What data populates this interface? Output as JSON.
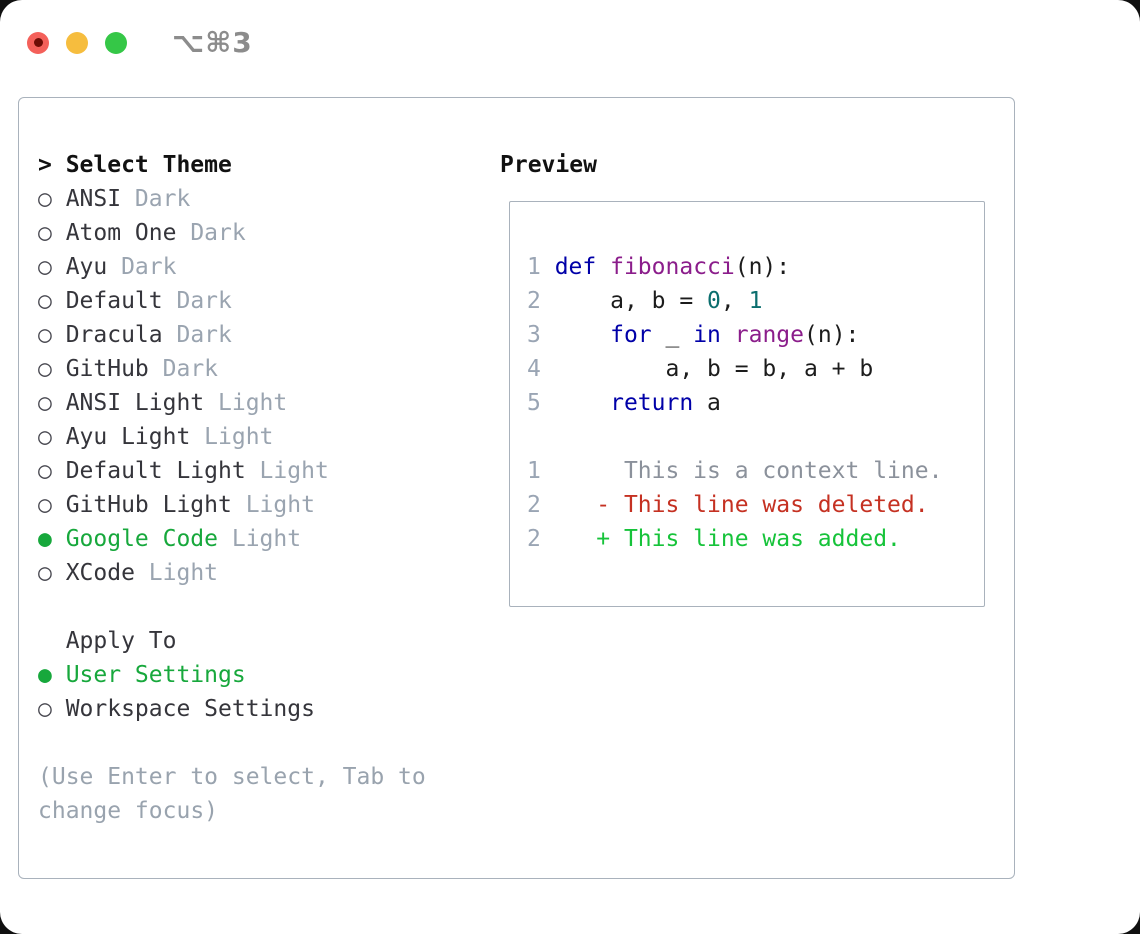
{
  "colors": {
    "accent-green": "#17a83c",
    "diff-added": "#16c33a",
    "diff-deleted": "#c53122",
    "context-gray": "#8b919b",
    "keyword-blue": "#0000a8",
    "title-purple": "#8b1d8b",
    "number-teal": "#0b6e6e",
    "muted-gray": "#9aa4b0",
    "text-dark": "#35353b",
    "border-gray": "#a9b2bc",
    "traffic-red": "#f4605a",
    "traffic-yellow": "#f6bd3e",
    "traffic-green": "#35c747",
    "linenum-gray": "#9aa5b4"
  },
  "titlebar": {
    "title": "⌥⌘3"
  },
  "theme_panel": {
    "header_marker": ">",
    "header": "Select Theme",
    "themes": [
      {
        "name": "ANSI",
        "tag": "Dark",
        "selected": false
      },
      {
        "name": "Atom One",
        "tag": "Dark",
        "selected": false
      },
      {
        "name": "Ayu",
        "tag": "Dark",
        "selected": false
      },
      {
        "name": "Default",
        "tag": "Dark",
        "selected": false
      },
      {
        "name": "Dracula",
        "tag": "Dark",
        "selected": false
      },
      {
        "name": "GitHub",
        "tag": "Dark",
        "selected": false
      },
      {
        "name": "ANSI Light",
        "tag": "Light",
        "selected": false
      },
      {
        "name": "Ayu Light",
        "tag": "Light",
        "selected": false
      },
      {
        "name": "Default Light",
        "tag": "Light",
        "selected": false
      },
      {
        "name": "GitHub Light",
        "tag": "Light",
        "selected": false
      },
      {
        "name": "Google Code",
        "tag": "Light",
        "selected": true
      },
      {
        "name": "XCode",
        "tag": "Light",
        "selected": false
      }
    ],
    "apply_to": {
      "header": "Apply To",
      "options": [
        {
          "name": "User Settings",
          "selected": true
        },
        {
          "name": "Workspace Settings",
          "selected": false
        }
      ]
    },
    "hint_lines": [
      "(Use Enter to select, Tab to",
      "change focus)"
    ]
  },
  "preview_panel": {
    "header": "Preview",
    "lines": [
      {
        "num": "1",
        "segments": [
          {
            "text": "def",
            "type": "keyword"
          },
          {
            "text": " ",
            "type": "plain"
          },
          {
            "text": "fibonacci",
            "type": "title"
          },
          {
            "text": "(n):",
            "type": "plain"
          }
        ]
      },
      {
        "num": "2",
        "segments": [
          {
            "text": "    a, b = ",
            "type": "plain"
          },
          {
            "text": "0",
            "type": "number"
          },
          {
            "text": ", ",
            "type": "plain"
          },
          {
            "text": "1",
            "type": "number"
          }
        ]
      },
      {
        "num": "3",
        "segments": [
          {
            "text": "    ",
            "type": "plain"
          },
          {
            "text": "for",
            "type": "keyword"
          },
          {
            "text": " _ ",
            "type": "plain"
          },
          {
            "text": "in",
            "type": "keyword"
          },
          {
            "text": " ",
            "type": "plain"
          },
          {
            "text": "range",
            "type": "title"
          },
          {
            "text": "(n):",
            "type": "plain"
          }
        ]
      },
      {
        "num": "4",
        "segments": [
          {
            "text": "        a, b = b, a + b",
            "type": "plain"
          }
        ]
      },
      {
        "num": "5",
        "segments": [
          {
            "text": "    ",
            "type": "plain"
          },
          {
            "text": "return",
            "type": "keyword"
          },
          {
            "text": " a",
            "type": "plain"
          }
        ]
      },
      {
        "num": "",
        "segments": []
      },
      {
        "num": "1",
        "segments": [
          {
            "text": "     This is a context line.",
            "type": "context"
          }
        ]
      },
      {
        "num": "2",
        "segments": [
          {
            "text": "   - This line was deleted.",
            "type": "deleted"
          }
        ]
      },
      {
        "num": "2",
        "segments": [
          {
            "text": "   + This line was added.",
            "type": "added"
          }
        ]
      }
    ]
  }
}
